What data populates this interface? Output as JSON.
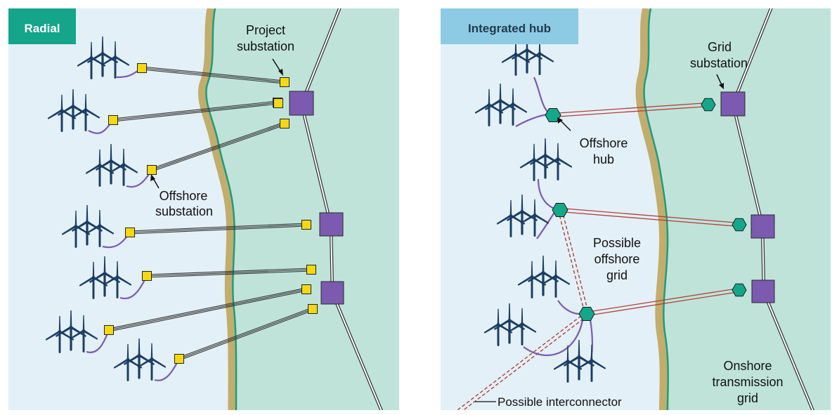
{
  "colors": {
    "sea": "#e3f0f7",
    "land": "#bfe3d9",
    "sand": "#c2ad6c",
    "coastline": "#1f9c7e",
    "turbine": "#1b3d63",
    "array_cable": "#7b5ab0",
    "offshore_substation": "#f5d813",
    "onshore_substation": "#7b5ab0",
    "hub": "#14a88b",
    "hvdc_cable": "#b0403c",
    "radial_tab": "#14a58a",
    "hub_tab": "#8ccbe3",
    "transmission": "#333333"
  },
  "radial": {
    "tab_label": "Radial",
    "labels": {
      "project_substation_1": "Project",
      "project_substation_2": "substation",
      "offshore_substation_1": "Offshore",
      "offshore_substation_2": "substation"
    }
  },
  "hub": {
    "tab_label": "Integrated hub",
    "labels": {
      "grid_substation_1": "Grid",
      "grid_substation_2": "substation",
      "offshore_hub_1": "Offshore",
      "offshore_hub_2": "hub",
      "possible_grid_1": "Possible",
      "possible_grid_2": "offshore",
      "possible_grid_3": "grid",
      "interconnector": "Possible interconnector",
      "onshore_1": "Onshore",
      "onshore_2": "transmission",
      "onshore_3": "grid"
    }
  }
}
